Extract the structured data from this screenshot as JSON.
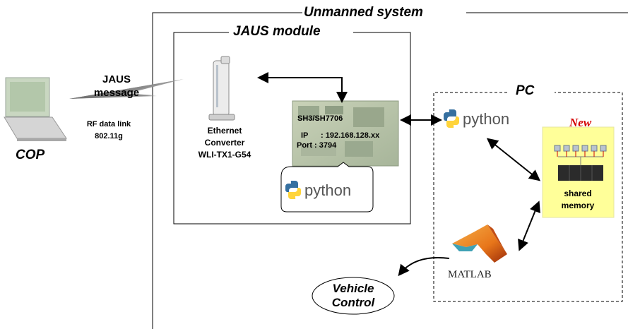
{
  "unmanned_system": {
    "title": "Unmanned system"
  },
  "jaus_module": {
    "title": "JAUS module",
    "ethernet_converter": {
      "line1": "Ethernet",
      "line2": "Converter",
      "line3": "WLI-TX1-G54"
    },
    "board": {
      "name": "SH3/SH7706",
      "ip_label": "IP",
      "ip_value": ": 192.168.128.xx",
      "port_label": "Port : 3794"
    },
    "python_label": "python"
  },
  "cop": {
    "label": "COP"
  },
  "link": {
    "message_line1": "JAUS",
    "message_line2": "message",
    "rf_line1": "RF data link",
    "rf_line2": "802.11g"
  },
  "pc": {
    "title": "PC",
    "python_label": "python",
    "shared_memory": {
      "new_tag": "New",
      "line1": "shared",
      "line2": "memory"
    },
    "matlab": {
      "label": "MATLAB"
    }
  },
  "vehicle_control": {
    "line1": "Vehicle",
    "line2": "Control"
  },
  "colors": {
    "new_tag": "#d40000",
    "shared_memory_bg": "#ffff99",
    "python_blue": "#3670a0",
    "python_yellow": "#ffd43b",
    "matlab_orange": "#e8761a"
  }
}
